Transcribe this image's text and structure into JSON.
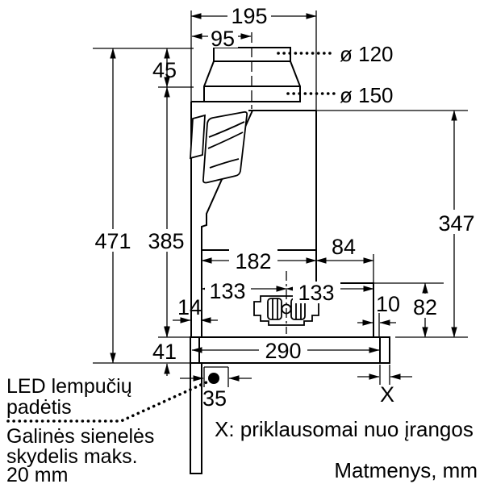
{
  "drawing": {
    "title_hint": "cooker hood installation dimensions",
    "colors": {
      "line": "#000000",
      "background": "#ffffff"
    },
    "dims": {
      "d195": "195",
      "d95": "95",
      "d45": "45",
      "d471": "471",
      "d385": "385",
      "d347": "347",
      "d182": "182",
      "d84": "84",
      "d133_left": "133",
      "d133_right": "133",
      "d14": "14",
      "d10": "10",
      "d82": "82",
      "d41": "41",
      "d290": "290",
      "d35": "35",
      "dX": "X",
      "dia_top": "ø 120",
      "dia_bottom": "ø 150"
    },
    "notes": {
      "led_line1": "LED lempučių",
      "led_line2": "padėtis",
      "wall_line1": "Galinės sienelės",
      "wall_line2": "skydelis maks.",
      "wall_line3": "20 mm",
      "x_note": "X: priklausomai nuo įrangos",
      "units_note": "Matmenys, mm"
    }
  }
}
